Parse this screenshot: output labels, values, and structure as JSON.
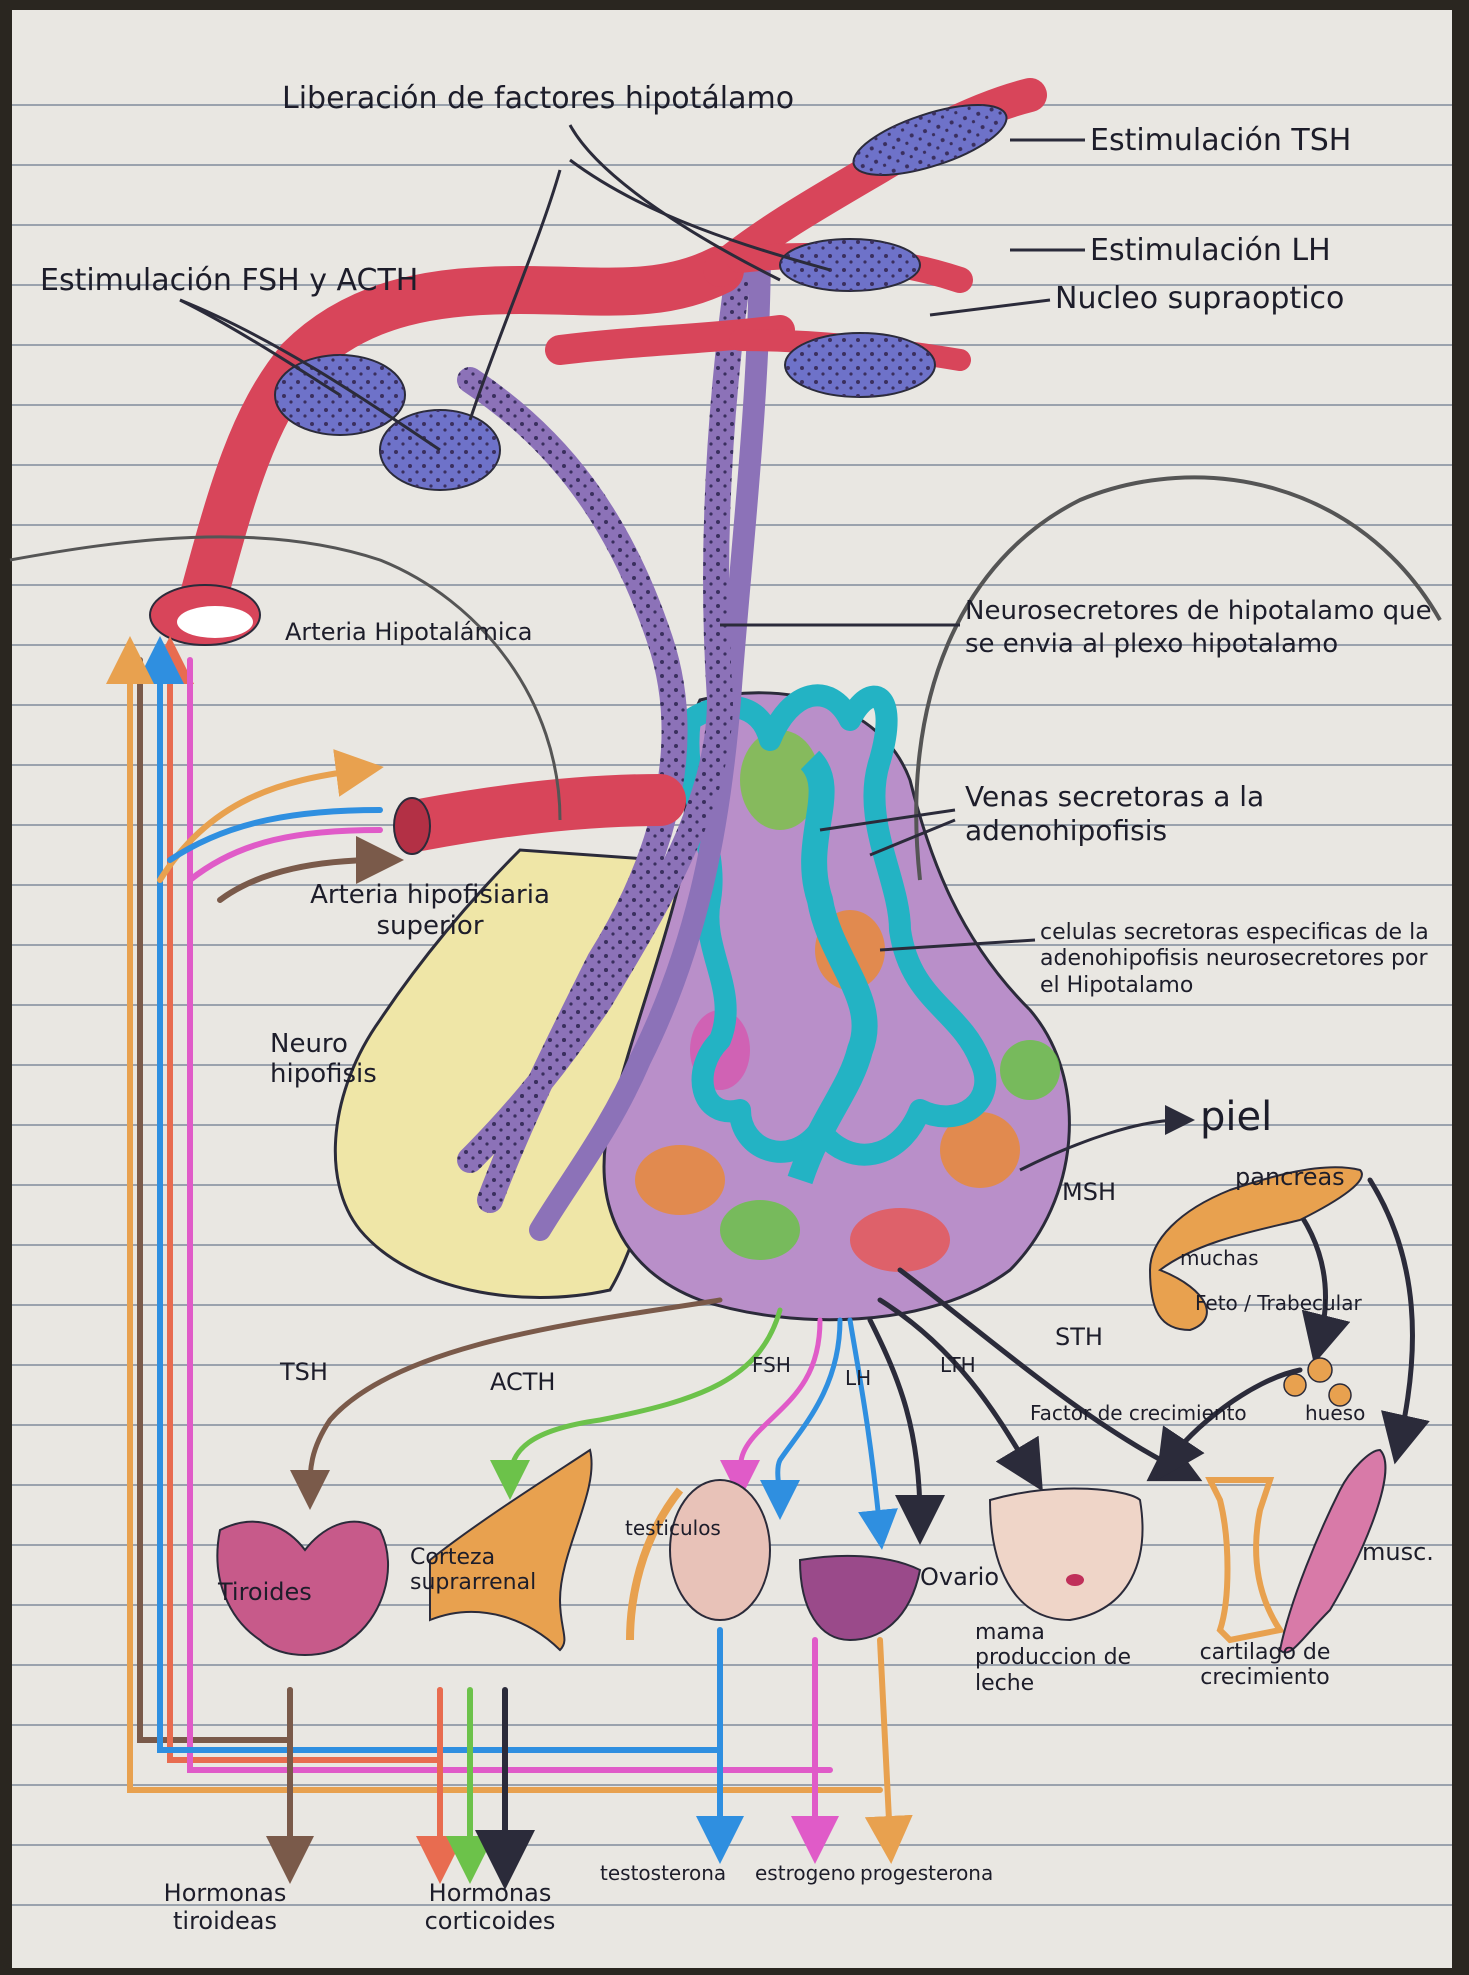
{
  "colors": {
    "paper": "#e9e7e2",
    "rule": "#9aa2ad",
    "artery_red": "#d8455a",
    "vein_purple": "#8c72b8",
    "lobule_blue": "#6e72c9",
    "capillary_cyan": "#23b3c4",
    "neurohypophysis_yellow": "#efe6a7",
    "ink": "#2b2b3a",
    "orange": "#e8a14f",
    "green": "#6cc24a",
    "pink": "#e05bc8",
    "blue": "#2f8fe0",
    "brown": "#7a5a4a"
  },
  "labels": {
    "hypothalamic_release": "Liberación de factores hipotálamo",
    "stim_tsh": "Estimulación TSH",
    "stim_lh": "Estimulación LH",
    "supraoptic_nucleus": "Nucleo supraoptico",
    "stim_fsh_acth": "Estimulación FSH y ACTH",
    "hypothalamic_artery": "Arteria Hipotalámica",
    "neurosecretory": "Neurosecretores de hipotalamo que se envia al plexo hipotalamo",
    "secretory_veins": "Venas secretoras a la adenohipofisis",
    "superior_hypophyseal_artery": "Arteria hipofisiaria superior",
    "secretory_cells": "celulas secretoras especificas de la adenohipofisis neurosecretores por el Hipotalamo",
    "neurohypophysis": "Neuro hipofisis",
    "skin": "piel",
    "msh": "MSH",
    "pancreas": "pancreas",
    "muscle_small": "muchas",
    "fetal_growth": "Feto / Trabecular",
    "sth": "STH",
    "bone": "hueso",
    "growth_factor": "Factor de crecimiento",
    "tsh": "TSH",
    "acth": "ACTH",
    "fsh": "FSH",
    "lh": "LH",
    "lth": "LTH",
    "thyroid": "Tiroides",
    "adrenal_cortex": "Corteza suprarrenal",
    "testicles": "testiculos",
    "ovary": "Ovario",
    "mammary": "mama produccion de leche",
    "cartilage": "cartilago de crecimiento",
    "muscle": "musc.",
    "thyroid_hormones": "Hormonas tiroideas",
    "corticoid_hormones": "Hormonas corticoides",
    "testosterone": "testosterona",
    "estrogen": "estrogeno",
    "progesterone": "progesterona"
  }
}
